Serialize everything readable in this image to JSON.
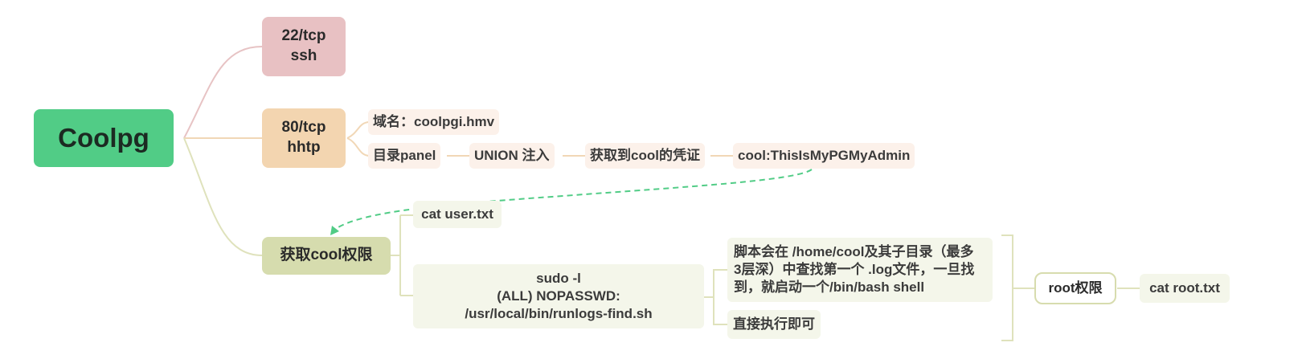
{
  "root": {
    "label": "Coolpg"
  },
  "ports": [
    {
      "lines": [
        "22/tcp",
        "ssh"
      ]
    },
    {
      "lines": [
        "80/tcp",
        "hhtp"
      ]
    }
  ],
  "http_branch": {
    "domain": "域名：coolpgi.hmv",
    "chain": [
      "目录panel",
      "UNION 注入",
      "获取到cool的凭证",
      "cool:ThisIsMyPGMyAdmin"
    ]
  },
  "cool": {
    "label": "获取cool权限",
    "user_txt": "cat user.txt",
    "sudo_lines": [
      "sudo -l",
      "(ALL) NOPASSWD:",
      "/usr/local/bin/runlogs-find.sh"
    ],
    "script_desc_lines": [
      "脚本会在 /home/cool及其子目录（最多",
      "3层深）中查找第一个 .log文件，一旦找",
      "到，就启动一个/bin/bash shell"
    ],
    "direct_exec": "直接执行即可"
  },
  "root_branch": {
    "label": "root权限",
    "cmd": "cat root.txt"
  },
  "colors": {
    "root": "#51cc86",
    "ssh": "#e8c1c3",
    "http": "#f3d5b0",
    "cool": "#d6dcae",
    "leaf_peach": "#fcf1ea",
    "leaf_green": "#f4f6ea",
    "dashed_arrow": "#51cc86"
  }
}
